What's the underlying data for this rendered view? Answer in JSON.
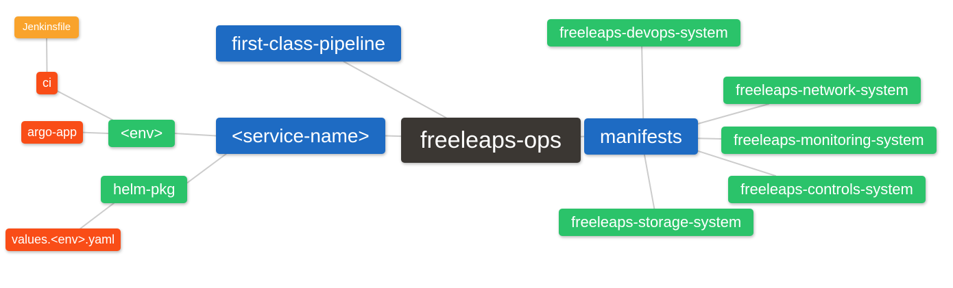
{
  "diagram": {
    "type": "mindmap",
    "root_label": "freeleaps-ops",
    "colors": {
      "background": "#FFFFFF",
      "root": "#3B3733",
      "branch": "#1E6BC3",
      "leaf_green": "#2BC36A",
      "leaf_red": "#F94D17",
      "leaf_orange": "#F9A32C",
      "edge": "#CCCCCC",
      "text": "#FFFFFF"
    },
    "nodes": {
      "freeleaps_ops": "freeleaps-ops",
      "first_class_pipeline": "first-class-pipeline",
      "service_name": "<service-name>",
      "manifests": "manifests",
      "env": "<env>",
      "helm_pkg": "helm-pkg",
      "ci": "ci",
      "argo_app": "argo-app",
      "jenkinsfile": "Jenkinsfile",
      "values_env_yaml": "values.<env>.yaml",
      "devops_system": "freeleaps-devops-system",
      "network_system": "freeleaps-network-system",
      "monitoring_system": "freeleaps-monitoring-system",
      "controls_system": "freeleaps-controls-system",
      "storage_system": "freeleaps-storage-system"
    },
    "edges": [
      {
        "from": "jenkinsfile",
        "fx": 0.5,
        "fy": 1.0,
        "to": "ci",
        "tx": 0.5,
        "ty": 0.0
      },
      {
        "from": "ci",
        "fx": 1.0,
        "fy": 0.85,
        "to": "env",
        "tx": 0.06,
        "ty": 0.0
      },
      {
        "from": "argo_app",
        "fx": 1.0,
        "fy": 0.5,
        "to": "env",
        "tx": 0.0,
        "ty": 0.5
      },
      {
        "from": "env",
        "fx": 1.0,
        "fy": 0.5,
        "to": "service_name",
        "tx": 0.0,
        "ty": 0.5
      },
      {
        "from": "helm_pkg",
        "fx": 1.0,
        "fy": 0.25,
        "to": "service_name",
        "tx": 0.06,
        "ty": 1.0
      },
      {
        "from": "values_env_yaml",
        "fx": 0.65,
        "fy": 0.0,
        "to": "helm_pkg",
        "tx": 0.15,
        "ty": 1.0
      },
      {
        "from": "first_class_pipeline",
        "fx": 0.69,
        "fy": 1.0,
        "to": "freeleaps_ops",
        "tx": 0.25,
        "ty": 0.0
      },
      {
        "from": "service_name",
        "fx": 1.0,
        "fy": 0.5,
        "to": "freeleaps_ops",
        "tx": 0.0,
        "ty": 0.41
      },
      {
        "from": "freeleaps_ops",
        "fx": 1.0,
        "fy": 0.42,
        "to": "manifests",
        "tx": 0.0,
        "ty": 0.5
      },
      {
        "from": "manifests",
        "fx": 0.52,
        "fy": 0.0,
        "to": "devops_system",
        "tx": 0.49,
        "ty": 1.0
      },
      {
        "from": "manifests",
        "fx": 1.0,
        "fy": 0.15,
        "to": "network_system",
        "tx": 0.23,
        "ty": 1.0
      },
      {
        "from": "manifests",
        "fx": 1.0,
        "fy": 0.55,
        "to": "monitoring_system",
        "tx": 0.0,
        "ty": 0.45
      },
      {
        "from": "manifests",
        "fx": 1.0,
        "fy": 0.9,
        "to": "controls_system",
        "tx": 0.24,
        "ty": 0.0
      },
      {
        "from": "manifests",
        "fx": 0.53,
        "fy": 1.0,
        "to": "storage_system",
        "tx": 0.49,
        "ty": 0.0
      }
    ]
  }
}
